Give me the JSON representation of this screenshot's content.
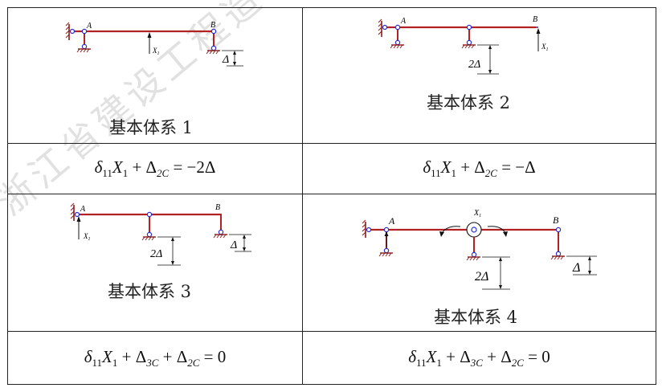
{
  "captions": {
    "system1": "基本体系 1",
    "system2": "基本体系 2",
    "system3": "基本体系 3",
    "system4": "基本体系 4"
  },
  "labels": {
    "A": "A",
    "B": "B",
    "X": "X",
    "X_sub": "1",
    "delta": "Δ",
    "two_delta": "2Δ"
  },
  "equations": {
    "eq1": {
      "delta": "δ",
      "d_sub": "11",
      "X": "X",
      "X_sub": "1",
      "plus1": " + Δ",
      "s1": "2C",
      "rhs": " = −2Δ"
    },
    "eq2": {
      "delta": "δ",
      "d_sub": "11",
      "X": "X",
      "X_sub": "1",
      "plus1": " + Δ",
      "s1": "2C",
      "rhs": " = −Δ"
    },
    "eq3": {
      "delta": "δ",
      "d_sub": "11",
      "X": "X",
      "X_sub": "1",
      "plus1": " + Δ",
      "s1": "3C",
      "plus2": " + Δ",
      "s2": "2C",
      "rhs": " = 0"
    },
    "eq4": {
      "delta": "δ",
      "d_sub": "11",
      "X": "X",
      "X_sub": "1",
      "plus1": " + Δ",
      "s1": "3C",
      "plus2": " + Δ",
      "s2": "2C",
      "rhs": " = 0"
    }
  },
  "watermark": "浙江省建设工程造价",
  "colors": {
    "beam": "#b22222",
    "support": "#2b2bd0",
    "ground": "#8b1a1a",
    "line": "#222222"
  }
}
